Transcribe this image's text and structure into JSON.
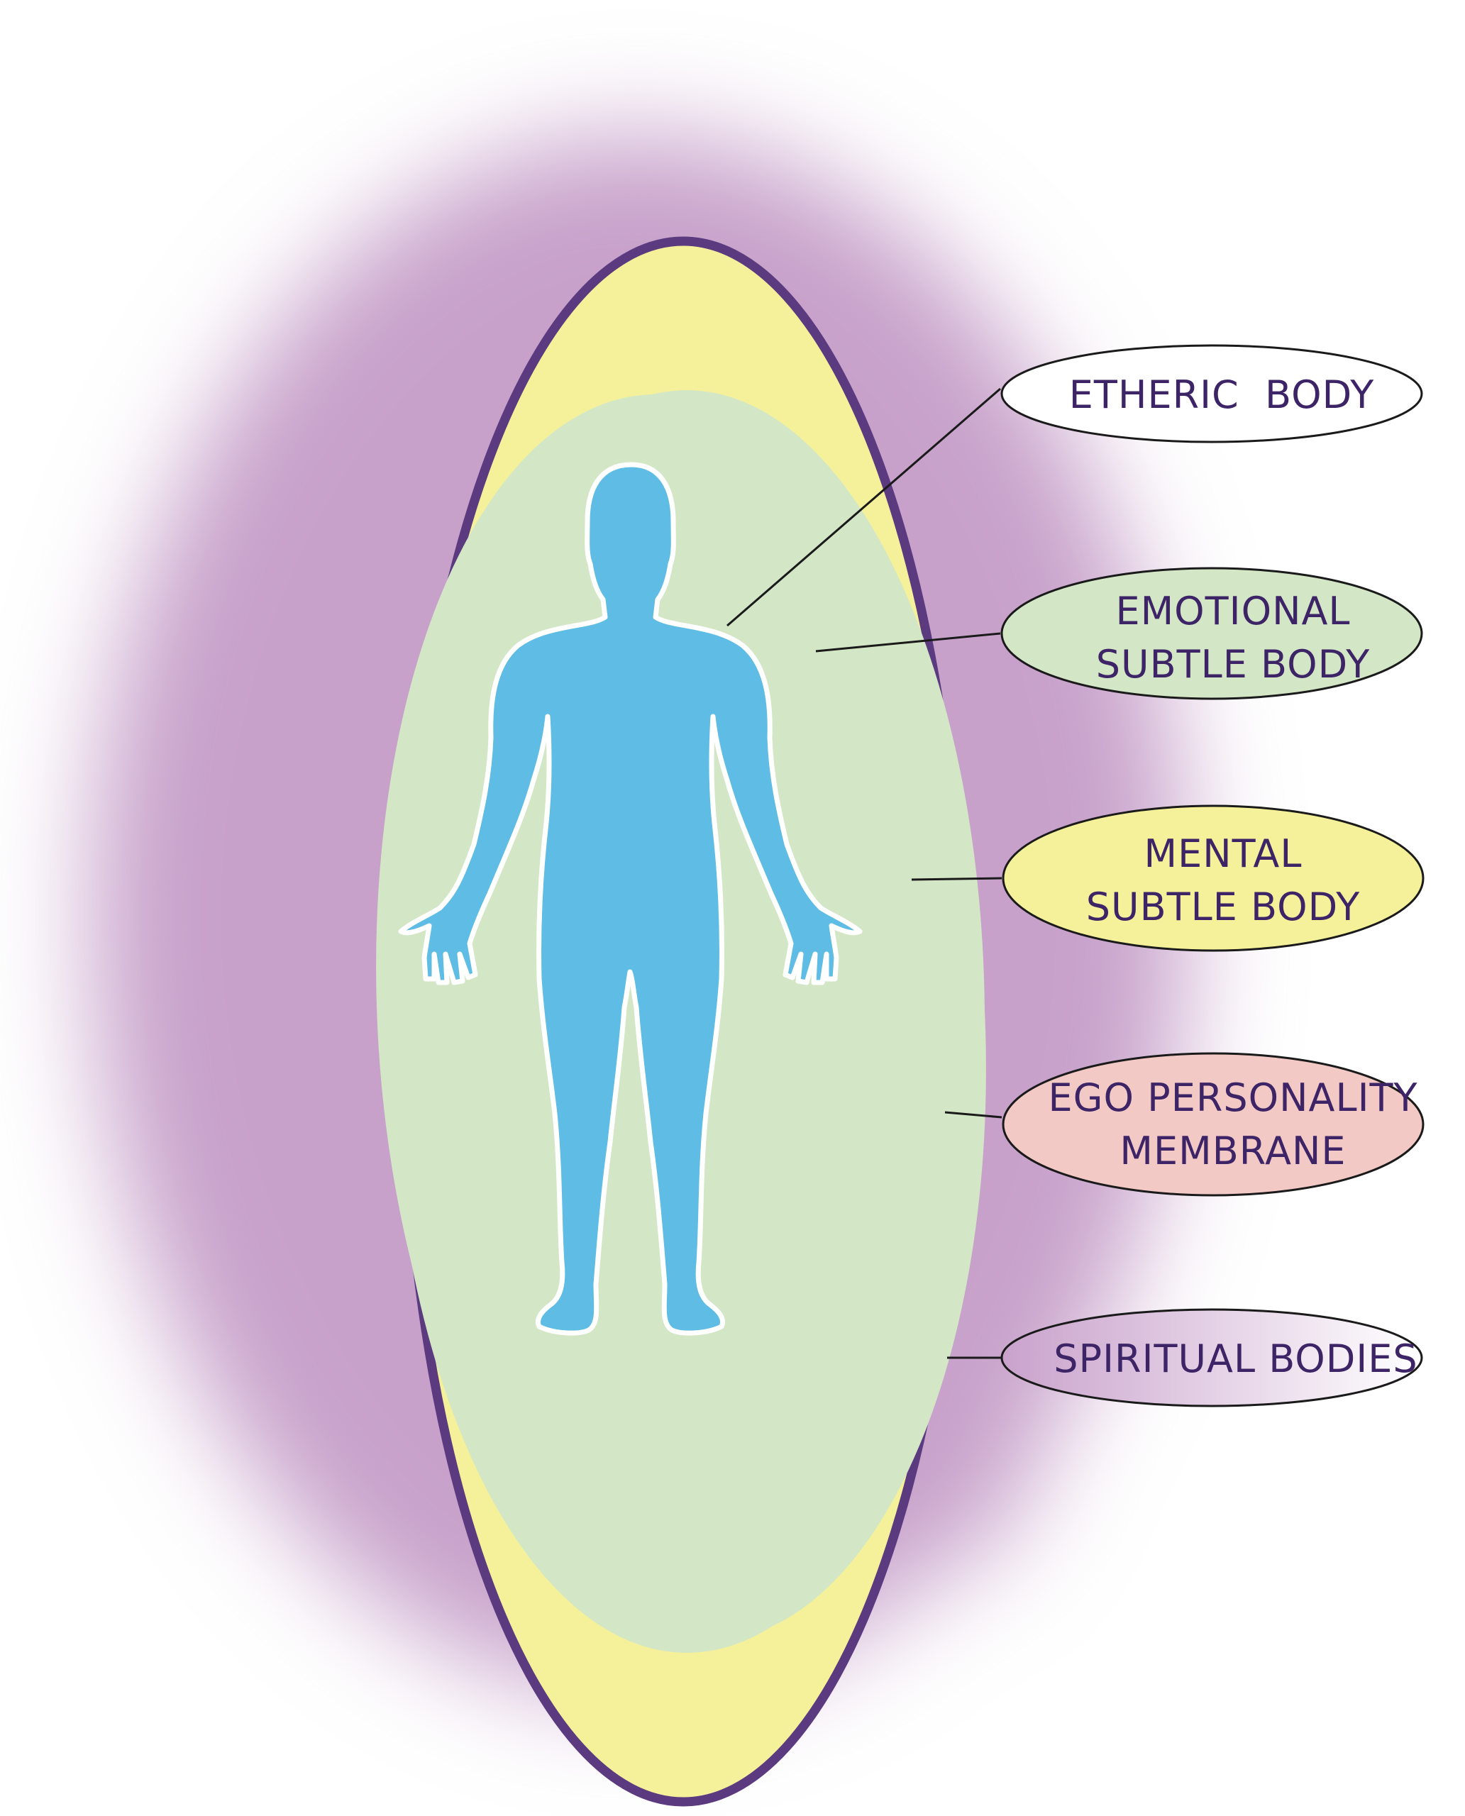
{
  "labels": {
    "etheric": "ETHERIC  BODY",
    "emotional_line1": "EMOTIONAL",
    "emotional_line2": "SUBTLE BODY",
    "mental_line1": "MENTAL",
    "mental_line2": "SUBTLE BODY",
    "ego_line1": "EGO PERSONALITY",
    "ego_line2": "MEMBRANE",
    "spiritual": "SPIRITUAL BODIES"
  },
  "colors": {
    "spiritual_aura": "#c8a2cb",
    "membrane_outline": "#5b3a80",
    "mental_layer": "#f5f19a",
    "emotional_layer": "#d3e6c6",
    "etheric_body": "#5fbde5",
    "label_text": "#3d2466",
    "etheric_label_fill": "#ffffff",
    "emotional_label_fill": "#d3e6c6",
    "mental_label_fill": "#f5f19a",
    "ego_label_fill": "#f3c9c6",
    "spiritual_label_fill": "#d9bfdc"
  }
}
